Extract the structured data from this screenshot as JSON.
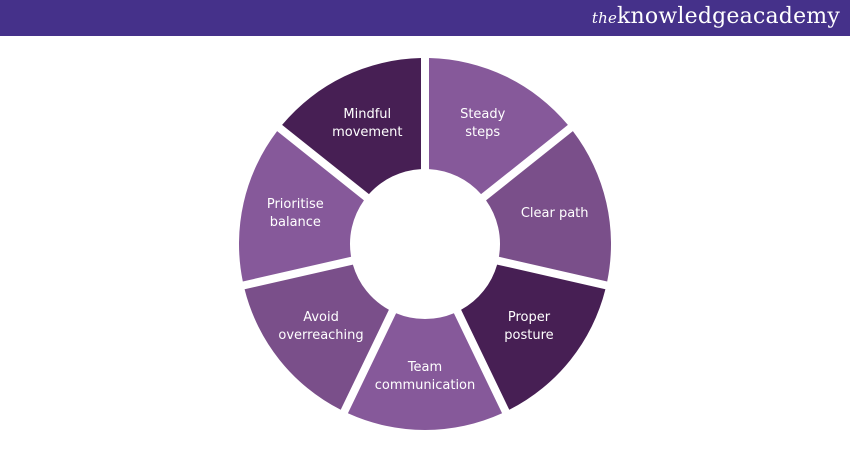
{
  "brand": {
    "prefix": "the",
    "name": "knowledgeacademy"
  },
  "colors": {
    "header": "#45318a",
    "light": "#86599a",
    "medium": "#7a4f8a",
    "dark": "#471f54"
  },
  "segments": [
    {
      "label": "Steady\nsteps",
      "tone": "light"
    },
    {
      "label": "Clear path",
      "tone": "medium"
    },
    {
      "label": "Proper\nposture",
      "tone": "dark"
    },
    {
      "label": "Team\ncommunication",
      "tone": "light"
    },
    {
      "label": "Avoid\noverreaching",
      "tone": "medium"
    },
    {
      "label": "Prioritise\nbalance",
      "tone": "light"
    },
    {
      "label": "Mindful\nmovement",
      "tone": "dark"
    }
  ]
}
